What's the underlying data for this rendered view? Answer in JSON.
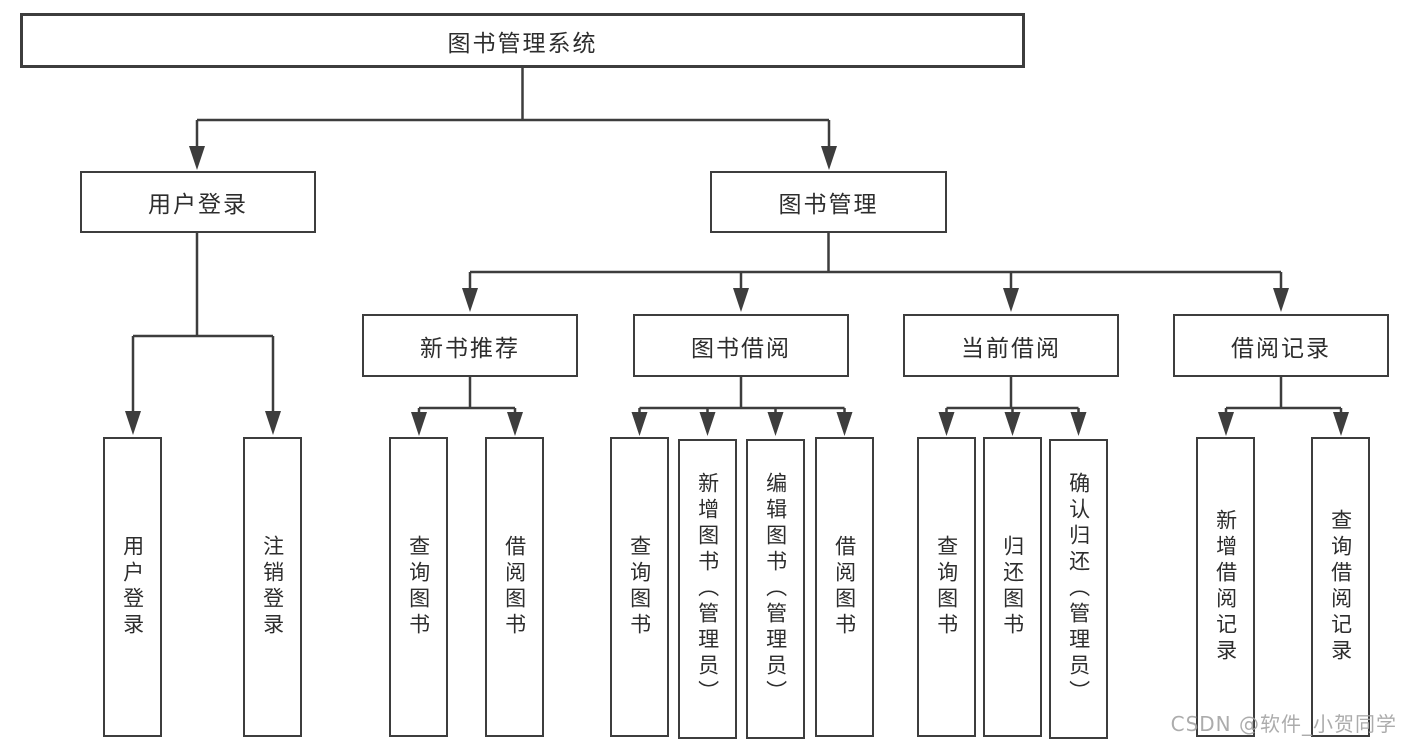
{
  "title": "图书管理系统",
  "tree": {
    "user_login": {
      "label": "用户登录",
      "children": [
        "用户登录",
        "注销登录"
      ]
    },
    "book_mgmt": {
      "label": "图书管理",
      "children": {
        "new_book": {
          "label": "新书推荐",
          "children": [
            "查询图书",
            "借阅图书"
          ]
        },
        "book_borrow": {
          "label": "图书借阅",
          "children": [
            "查询图书",
            "新增图书（管理员）",
            "编辑图书（管理员）",
            "借阅图书"
          ]
        },
        "current_borrow": {
          "label": "当前借阅",
          "children": [
            "查询图书",
            "归还图书",
            "确认归还（管理员）"
          ]
        },
        "borrow_record": {
          "label": "借阅记录",
          "children": [
            "新增借阅记录",
            "查询借阅记录"
          ]
        }
      }
    }
  },
  "watermark": "CSDN @软件_小贺同学",
  "colors": {
    "line": "#3d3d3d",
    "text": "#2d2d2d",
    "box_background": "#ffffff",
    "watermark": "#a4a4a4",
    "background": "#ffffff"
  }
}
